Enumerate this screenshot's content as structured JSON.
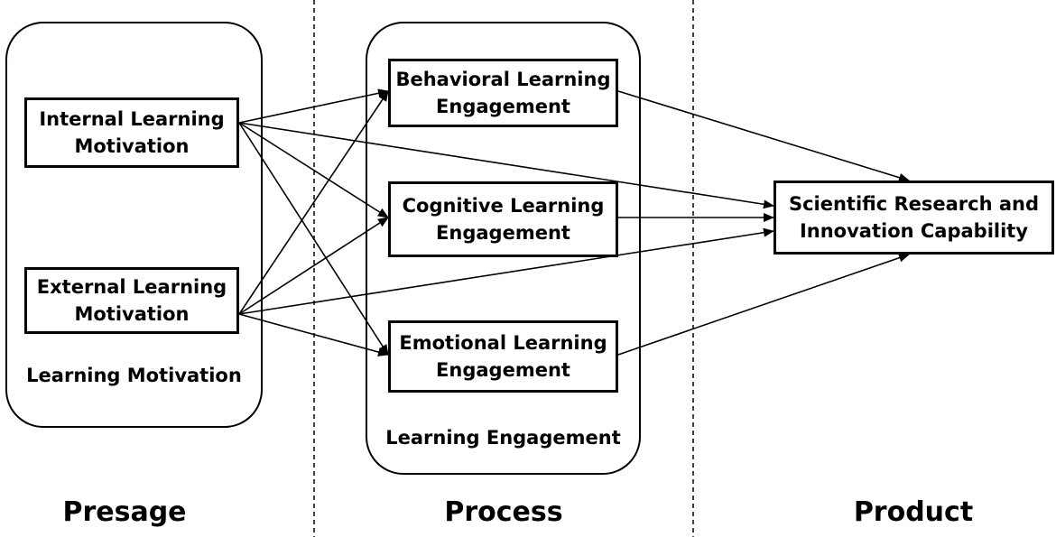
{
  "groups": {
    "motivation": {
      "label": "Learning Motivation"
    },
    "engagement": {
      "label": "Learning Engagement"
    }
  },
  "nodes": {
    "internal": "Internal Learning\nMotivation",
    "external": "External Learning\nMotivation",
    "behavioral": "Behavioral Learning\nEngagement",
    "cognitive": "Cognitive Learning\nEngagement",
    "emotional": "Emotional Learning\nEngagement",
    "capability": "Scientific Research and\nInnovation Capability"
  },
  "stages": {
    "presage": "Presage",
    "process": "Process",
    "product": "Product"
  },
  "edges": [
    {
      "from": "internal",
      "to": "behavioral"
    },
    {
      "from": "internal",
      "to": "cognitive"
    },
    {
      "from": "internal",
      "to": "emotional"
    },
    {
      "from": "internal",
      "to": "capability"
    },
    {
      "from": "external",
      "to": "behavioral"
    },
    {
      "from": "external",
      "to": "cognitive"
    },
    {
      "from": "external",
      "to": "emotional"
    },
    {
      "from": "external",
      "to": "capability"
    },
    {
      "from": "behavioral",
      "to": "capability"
    },
    {
      "from": "cognitive",
      "to": "capability"
    },
    {
      "from": "emotional",
      "to": "capability"
    }
  ]
}
